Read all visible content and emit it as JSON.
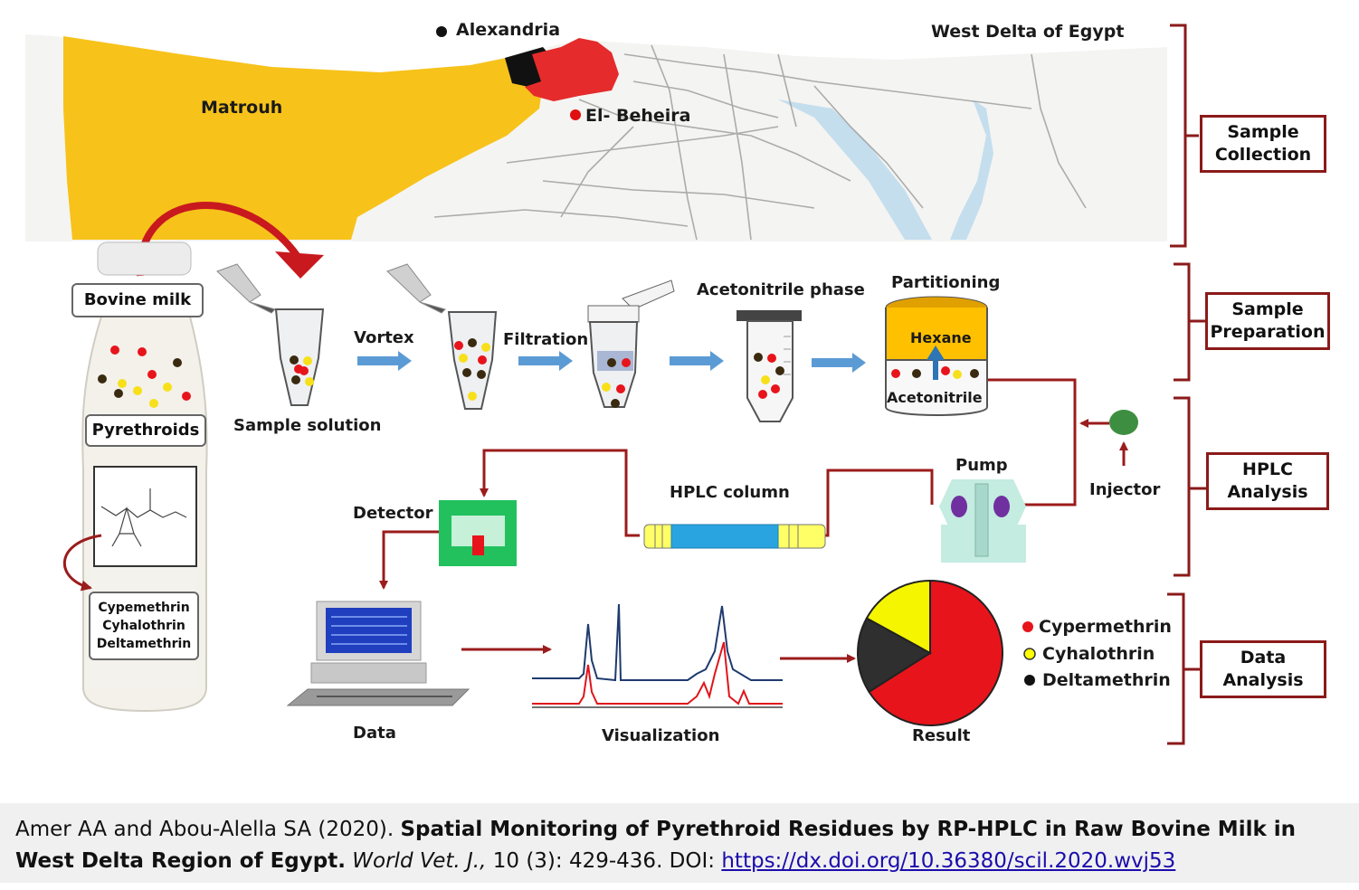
{
  "map": {
    "city_alexandria": "Alexandria",
    "region_title": "West Delta of Egypt",
    "gov_matrouh": "Matrouh",
    "gov_elbeheira": "El- Beheira"
  },
  "stages": [
    {
      "line1": "Sample",
      "line2": "Collection"
    },
    {
      "line1": "Sample",
      "line2": "Preparation"
    },
    {
      "line1": "HPLC",
      "line2": "Analysis"
    },
    {
      "line1": "Data",
      "line2": "Analysis"
    }
  ],
  "bottle": {
    "label": "Bovine milk",
    "pyrethroids_label": "Pyrethroids",
    "compounds": [
      "Cypemethrin",
      "Cyhalothrin",
      "Deltamethrin"
    ]
  },
  "preparation": {
    "sample_solution": "Sample solution",
    "vortex": "Vortex",
    "filtration": "Filtration",
    "acetonitrile_phase": "Acetonitrile phase",
    "partitioning": "Partitioning",
    "hexane": "Hexane",
    "acetonitrile": "Acetonitrile"
  },
  "hplc": {
    "injector": "Injector",
    "pump": "Pump",
    "column": "HPLC column",
    "detector": "Detector"
  },
  "analysis": {
    "data": "Data",
    "visualization": "Visualization",
    "result": "Result",
    "legend": [
      {
        "name": "Cypermethrin",
        "color": "#e8141b"
      },
      {
        "name": "Cyhalothrin",
        "color": "#ffff00"
      },
      {
        "name": "Deltamethrin",
        "color": "#111111"
      }
    ]
  },
  "pie_values": [
    {
      "name": "Cypermethrin",
      "value": 66,
      "color": "#e8141b"
    },
    {
      "name": "Deltamethrin",
      "value": 17,
      "color": "#2f2f2f"
    },
    {
      "name": "Cyhalothrin",
      "value": 17,
      "color": "#f5f500"
    }
  ],
  "citation": {
    "authors": "Amer AA and Abou-Alella SA (2020). ",
    "title": "Spatial Monitoring of Pyrethroid Residues by RP-HPLC in Raw Bovine Milk in West Delta Region of Egypt.",
    "journal": "World Vet. J.,",
    "details": " 10 (3): 429-436. DOI: ",
    "doi_url": "https://dx.doi.org/10.36380/scil.2020.wvj53"
  },
  "colors": {
    "arrow_dark_red": "#9b1c1c",
    "flow_arrow_blue": "#5b9bd5",
    "matrouh_yellow": "#f7c21a",
    "beheira_red": "#e52b2b"
  }
}
